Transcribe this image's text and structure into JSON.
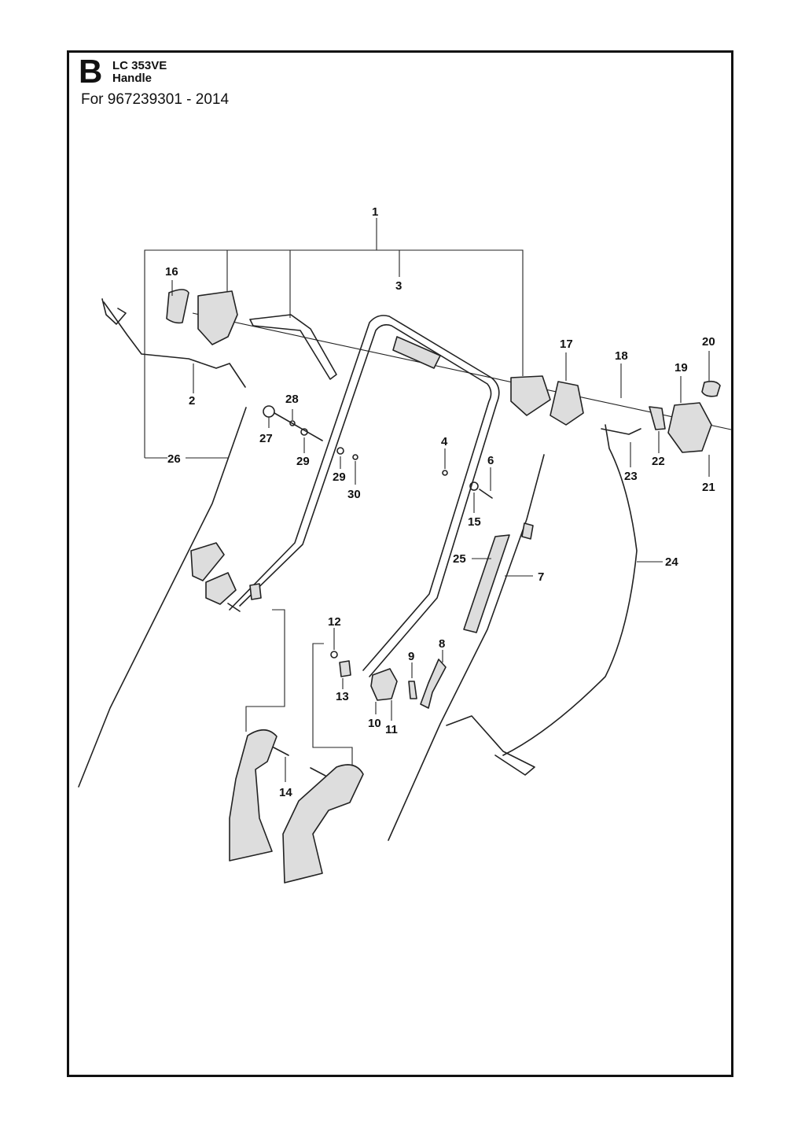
{
  "header": {
    "section_letter": "B",
    "model": "LC 353VE",
    "subtitle": "Handle",
    "for_line": "For 967239301 - 2014"
  },
  "callouts": [
    "1",
    "2",
    "3",
    "4",
    "6",
    "7",
    "8",
    "9",
    "10",
    "11",
    "12",
    "13",
    "14",
    "15",
    "16",
    "17",
    "18",
    "19",
    "20",
    "21",
    "22",
    "23",
    "24",
    "25",
    "26",
    "27",
    "28",
    "29",
    "29",
    "30"
  ]
}
